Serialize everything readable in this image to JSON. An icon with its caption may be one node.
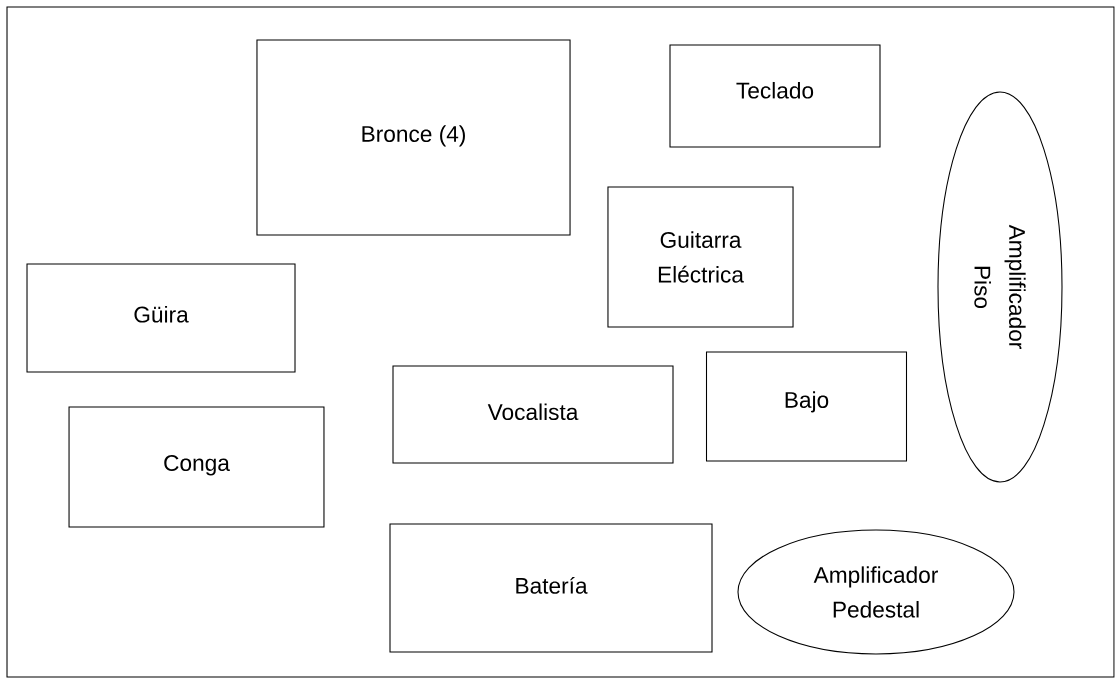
{
  "diagram": {
    "nodes": [
      {
        "text": [
          "Bronce (4)"
        ]
      },
      {
        "text": [
          "Teclado"
        ]
      },
      {
        "text": [
          "Guitarra Eléctrica"
        ]
      },
      {
        "text": [
          "Amplificador Piso"
        ]
      },
      {
        "text": [
          "Güira"
        ]
      },
      {
        "text": [
          "Vocalista"
        ]
      },
      {
        "text": [
          "Bajo"
        ]
      },
      {
        "text": [
          "Conga"
        ]
      },
      {
        "text": [
          "Batería"
        ]
      },
      {
        "text": [
          "Amplificador Pedestal"
        ]
      }
    ]
  }
}
